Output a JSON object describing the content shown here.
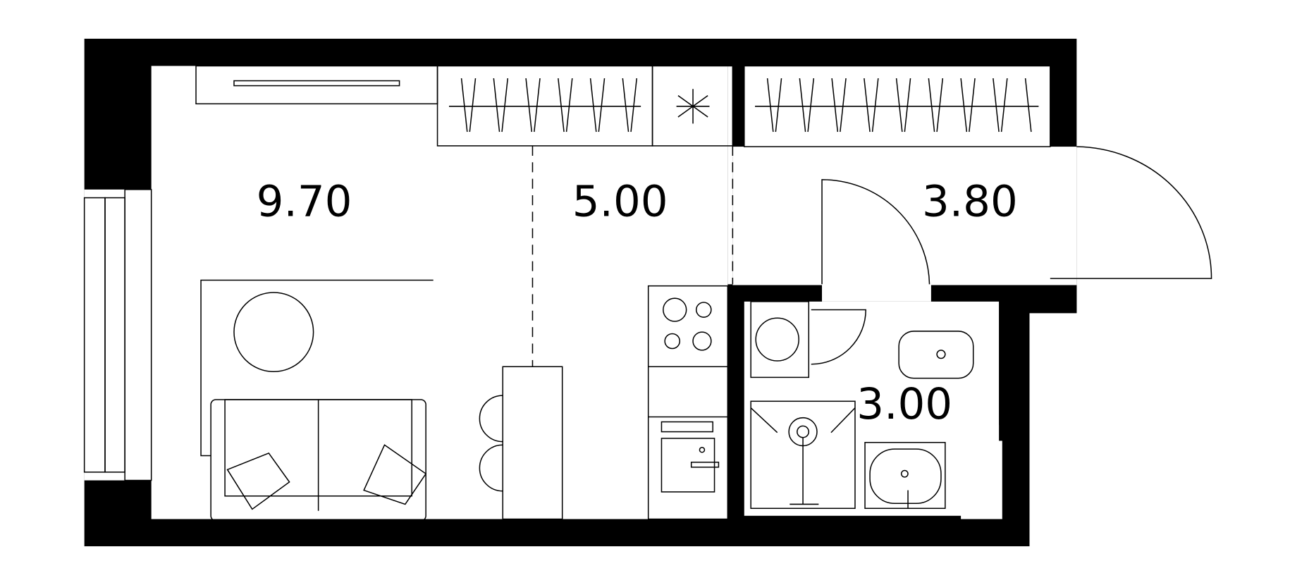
{
  "plan": {
    "title": "Studio apartment floor plan",
    "rooms": [
      {
        "name": "living-room",
        "area": "9.70"
      },
      {
        "name": "kitchen",
        "area": "5.00"
      },
      {
        "name": "hallway",
        "area": "3.80"
      },
      {
        "name": "bathroom",
        "area": "3.00"
      }
    ],
    "colors": {
      "wall": "#000000",
      "floor": "#ffffff"
    }
  }
}
